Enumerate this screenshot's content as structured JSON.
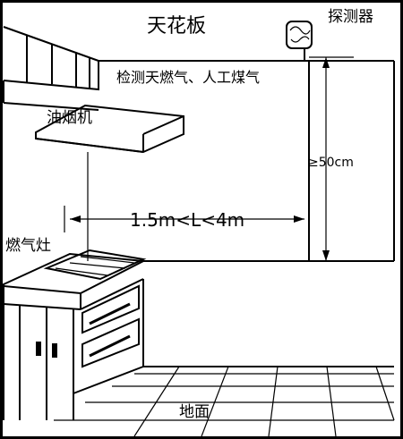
{
  "diagram": {
    "ceiling_label": "天花板",
    "detector_label": "探测器",
    "gas_label": "检测天燃气、人工煤气",
    "hood_label": "油烟机",
    "distance_label": "1.5m<L<4m",
    "height_label": "≥50cm",
    "stove_label": "燃气灶",
    "floor_label": "地面"
  },
  "colors": {
    "ink": "#000000",
    "background": "#ffffff"
  }
}
